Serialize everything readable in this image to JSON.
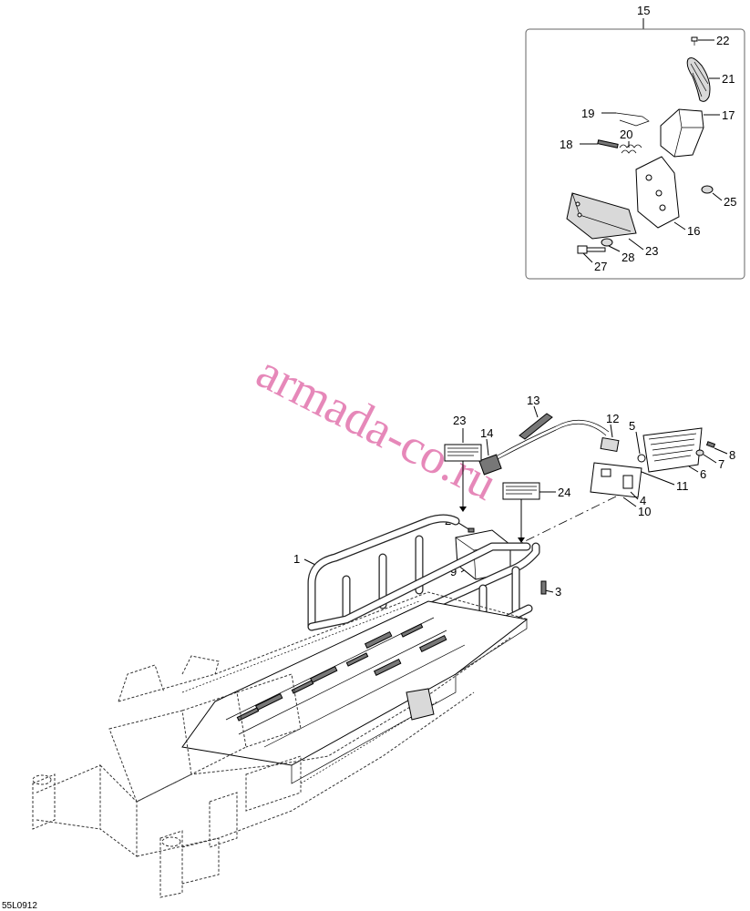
{
  "watermark": "armada-co.ru",
  "drawing_code": "55L0912",
  "inset": {
    "label": "15",
    "callouts": [
      "16",
      "17",
      "18",
      "19",
      "20",
      "21",
      "22",
      "23",
      "25",
      "27",
      "28"
    ]
  },
  "callouts": {
    "c1": "1",
    "c2": "2",
    "c3": "3",
    "c4": "4",
    "c5": "5",
    "c6": "6",
    "c7": "7",
    "c8": "8",
    "c9": "9",
    "c10": "10",
    "c11": "11",
    "c12": "12",
    "c13": "13",
    "c14": "14",
    "c23": "23",
    "c24": "24"
  },
  "colors": {
    "watermark": "#e06aa8",
    "line": "#000000"
  }
}
